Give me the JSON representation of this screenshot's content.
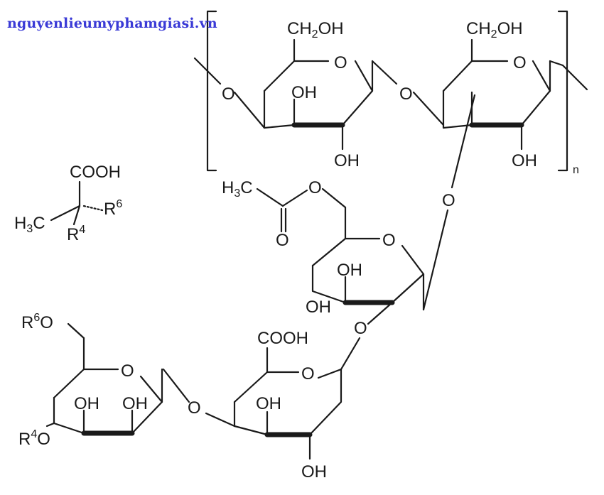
{
  "watermark": "nguyenlieumyphamgiasi.vn",
  "repeat_subscript": "n",
  "labels": {
    "ch2oh": "CH",
    "ch2oh_sub": "2",
    "ch2oh_tail": "OH",
    "oh": "OH",
    "o": "O",
    "cooh": "COOH",
    "h3c": "H",
    "h3c_sub": "3",
    "h3c_tail": "C",
    "r": "R",
    "r4_sup": "4",
    "r6_sup": "6"
  }
}
